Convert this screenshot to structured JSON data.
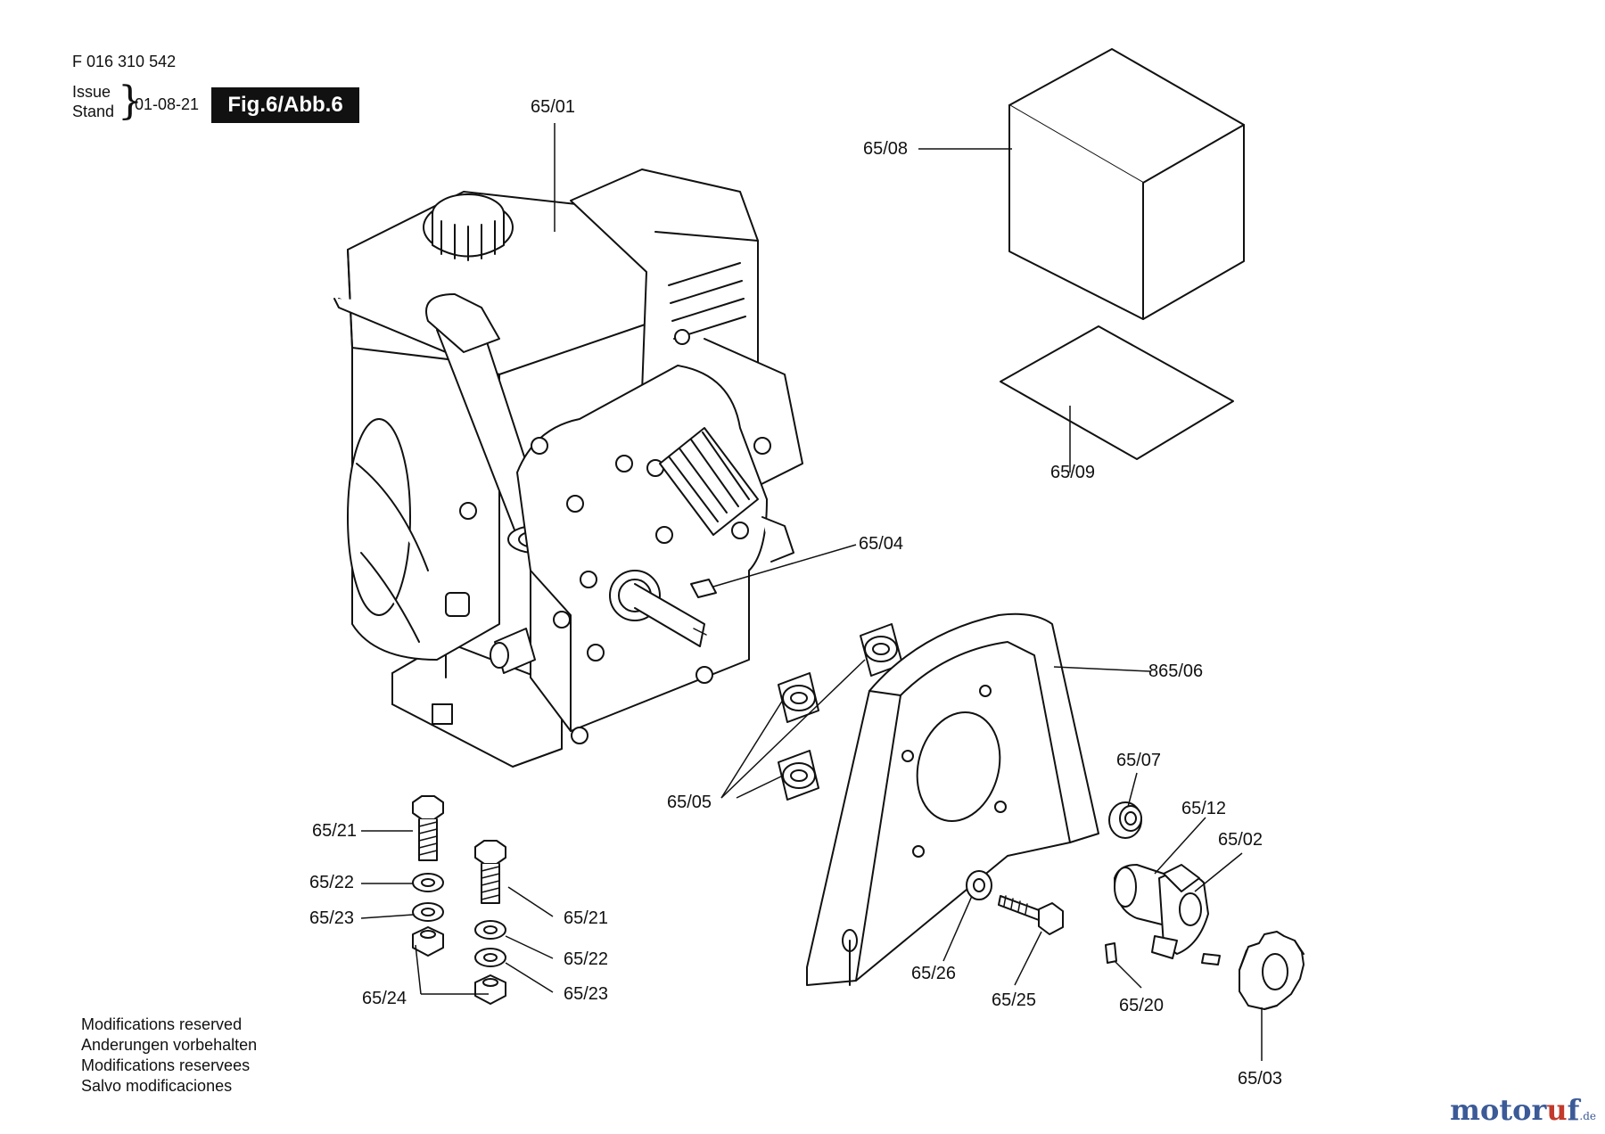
{
  "header": {
    "part_number": "F 016 310 542",
    "issue_label": "Issue",
    "stand_label": "Stand",
    "date": "01-08-21",
    "figure": "Fig.6/Abb.6"
  },
  "labels": {
    "l6501": "65/01",
    "l6508": "65/08",
    "l6509": "65/09",
    "l6504": "65/04",
    "l86506": "865/06",
    "l6505": "65/05",
    "l6507": "65/07",
    "l6512": "65/12",
    "l6502": "65/02",
    "l6521a": "65/21",
    "l6522a": "65/22",
    "l6523a": "65/23",
    "l6524": "65/24",
    "l6521b": "65/21",
    "l6522b": "65/22",
    "l6523b": "65/23",
    "l6526": "65/26",
    "l6525": "65/25",
    "l6520": "65/20",
    "l6503": "65/03"
  },
  "notes": [
    "Modifications reserved",
    "Anderungen vorbehalten",
    "Modifications reservees",
    "Salvo modificaciones"
  ],
  "brand": {
    "a": "motor",
    "b": "u",
    "c": "f",
    "d": ".de"
  }
}
